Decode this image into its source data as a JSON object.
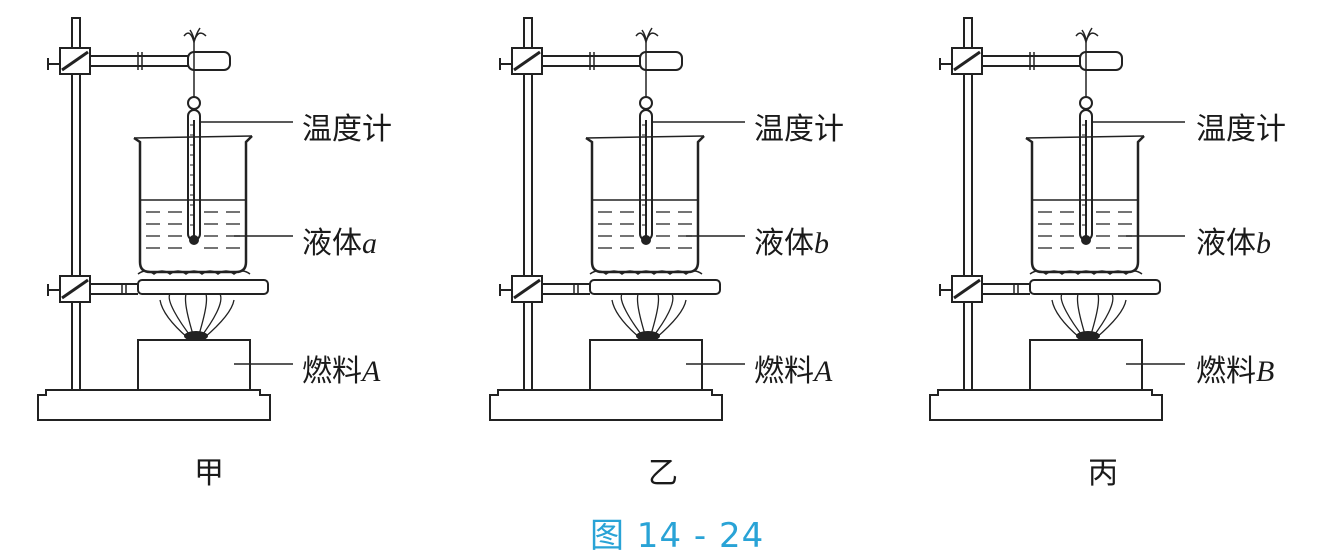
{
  "figure_title": "图 14 - 24",
  "setups": [
    {
      "caption": "甲",
      "thermometer_label": "温度计",
      "liquid_label_prefix": "液体",
      "liquid_var": "a",
      "fuel_label_prefix": "燃料",
      "fuel_var": "A"
    },
    {
      "caption": "乙",
      "thermometer_label": "温度计",
      "liquid_label_prefix": "液体",
      "liquid_var": "b",
      "fuel_label_prefix": "燃料",
      "fuel_var": "A"
    },
    {
      "caption": "丙",
      "thermometer_label": "温度计",
      "liquid_label_prefix": "液体",
      "liquid_var": "b",
      "fuel_label_prefix": "燃料",
      "fuel_var": "B"
    }
  ]
}
